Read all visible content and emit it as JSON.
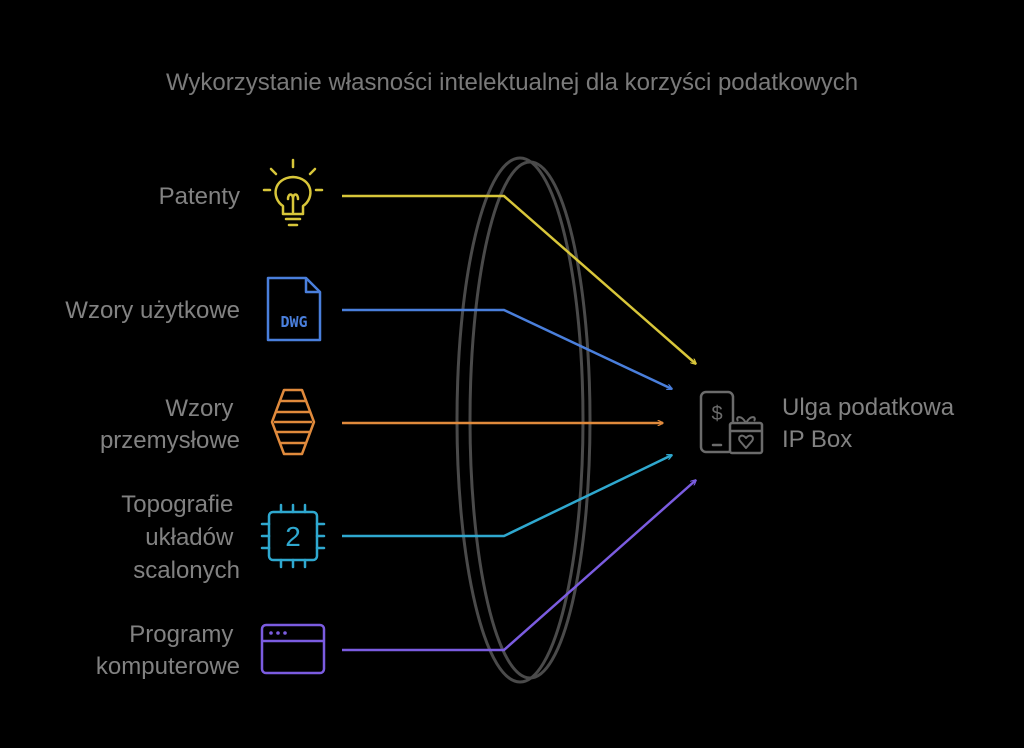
{
  "title": "Wykorzystanie własności intelektualnej dla korzyści podatkowych",
  "inputs": [
    {
      "label_lines": [
        "Patenty"
      ],
      "icon": "lightbulb-icon",
      "color": "#d8c63a"
    },
    {
      "label_lines": [
        "Wzory użytkowe"
      ],
      "icon": "dwg-file-icon",
      "icon_text": "DWG",
      "color": "#4a7fdc"
    },
    {
      "label_lines": [
        "Wzory",
        "przemysłowe"
      ],
      "icon": "industrial-design-icon",
      "color": "#e08a3c"
    },
    {
      "label_lines": [
        "Topografie",
        "układów",
        "scalonych"
      ],
      "icon": "chip-icon",
      "icon_text": "2",
      "color": "#2fa8cf"
    },
    {
      "label_lines": [
        "Programy",
        "komputerowe"
      ],
      "icon": "app-window-icon",
      "color": "#7b5ce0"
    }
  ],
  "output": {
    "label_lines": [
      "Ulga podatkowa",
      "IP Box"
    ],
    "icon": "phone-payment-gift-icon",
    "icon_text": "$",
    "color": "#6b6b6b"
  }
}
